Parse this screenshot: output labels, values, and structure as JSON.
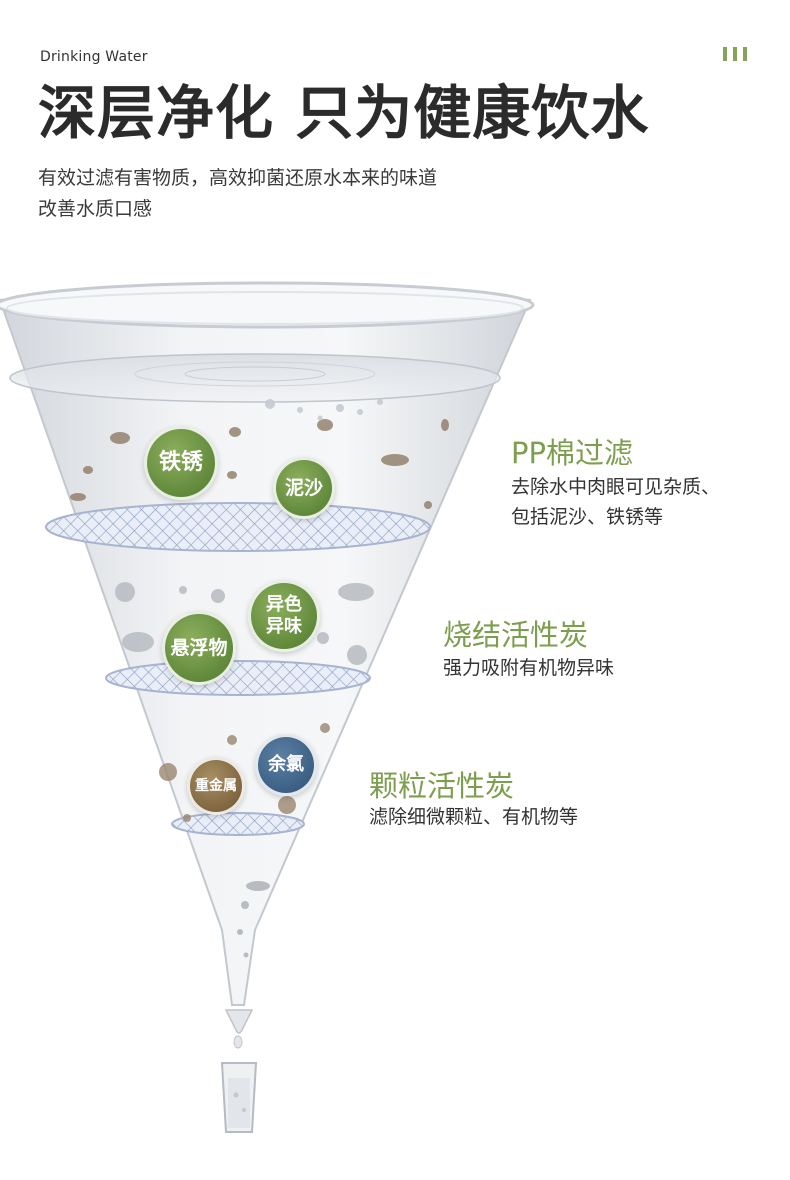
{
  "header": {
    "brand": "Drinking Water",
    "title": "深层净化 只为健康饮水",
    "subtitle_lines": [
      "有效过滤有害物质，高效抑菌还原水本来的味道",
      "改善水质口感"
    ]
  },
  "badges": {
    "rust": "铁锈",
    "sand": "泥沙",
    "odor_line1": "异色",
    "odor_line2": "异味",
    "suspended": "悬浮物",
    "heavy_metal": "重金属",
    "chlorine": "余氯"
  },
  "stages": [
    {
      "title": "PP棉过滤",
      "desc": [
        "去除水中肉眼可见杂质、",
        "包括泥沙、铁锈等"
      ]
    },
    {
      "title": "烧结活性炭",
      "desc": [
        "强力吸附有机物异味"
      ]
    },
    {
      "title": "颗粒活性炭",
      "desc": [
        "滤除细微颗粒、有机物等"
      ]
    }
  ],
  "colors": {
    "accent_green": "#7d9e4e",
    "badge_green": "#5f8a3a",
    "badge_blue": "#3b5f86",
    "badge_brown": "#7e6640"
  },
  "icons": [
    "menu-icon",
    "funnel-illustration",
    "water-glass-icon"
  ]
}
